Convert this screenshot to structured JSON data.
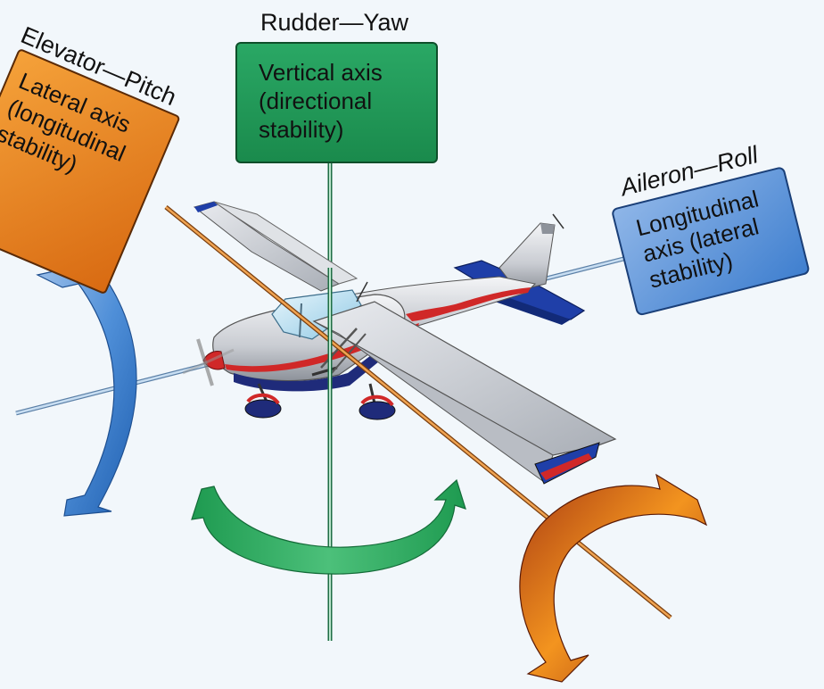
{
  "axes": {
    "yaw": {
      "control_label": "Rudder—Yaw",
      "box_lines": [
        "Vertical axis",
        "(directional",
        "stability)"
      ],
      "color": "#1f9a5a"
    },
    "pitch": {
      "control_label": "Elevator—Pitch",
      "box_lines": [
        "Lateral axis",
        "(longitudinal",
        "stability)"
      ],
      "color": "#e8821f"
    },
    "roll": {
      "control_label": "Aileron—Roll",
      "box_lines": [
        "Longitudinal",
        "axis (lateral",
        "stability)"
      ],
      "color": "#3b78c8"
    }
  },
  "colors": {
    "background": "#f2f7fb",
    "airplane_body": "#c8ccd2",
    "airplane_stripe": "#d02828",
    "airplane_accent": "#1f2b7a",
    "pitch_axis_line": "#d2812a",
    "yaw_axis_line": "#2e8b57",
    "roll_axis_line": "#8fb6d9"
  }
}
